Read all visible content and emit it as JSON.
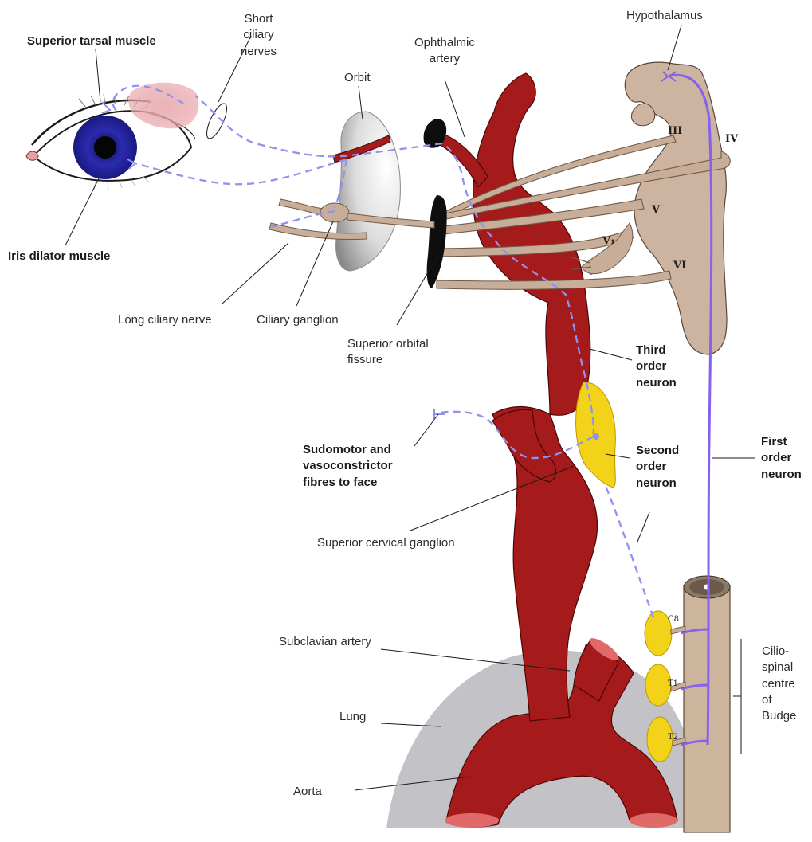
{
  "colors": {
    "artery": "#a51a1a",
    "artery_dark": "#7e1010",
    "artery_cut": "#e06a6a",
    "nerve": "#c8ae98",
    "nerve_stroke": "#6e5a4a",
    "brainstem": "#cdb4a0",
    "ganglion": "#f3d21a",
    "lung": "#c3c3c7",
    "iris": "#2524a0",
    "first_order": "#8660ee",
    "pathway_dashed": "#8f92ee",
    "tarsal": "#e2a3a8"
  },
  "labels": {
    "superior_tarsal_muscle": "Superior tarsal muscle",
    "short_ciliary_nerves": "Short\nciliary\nnerves",
    "orbit": "Orbit",
    "ophthalmic_artery": "Ophthalmic\nartery",
    "hypothalamus": "Hypothalamus",
    "iris_dilator_muscle": "Iris dilator muscle",
    "long_ciliary_nerve": "Long ciliary nerve",
    "ciliary_ganglion": "Ciliary ganglion",
    "superior_orbital_fissure": "Superior orbital\nfissure",
    "third_order_neuron": "Third\norder\nneuron",
    "sudomotor_fibres": "Sudomotor and\nvasoconstrictor\nfibres to face",
    "second_order_neuron": "Second\norder\nneuron",
    "first_order_neuron": "First\norder\nneuron",
    "superior_cervical_ganglion": "Superior cervical ganglion",
    "subclavian_artery": "Subclavian artery",
    "lung": "Lung",
    "aorta": "Aorta",
    "ciliospinal_centre": "Cilio-\nspinal\ncentre\nof\nBudge"
  },
  "cranial_nerves": {
    "iii": "III",
    "iv": "IV",
    "v": "V",
    "v1": "V₁",
    "vi": "VI"
  },
  "spinal_segments": {
    "c8": "C8",
    "t1": "T1",
    "t2": "T2"
  }
}
